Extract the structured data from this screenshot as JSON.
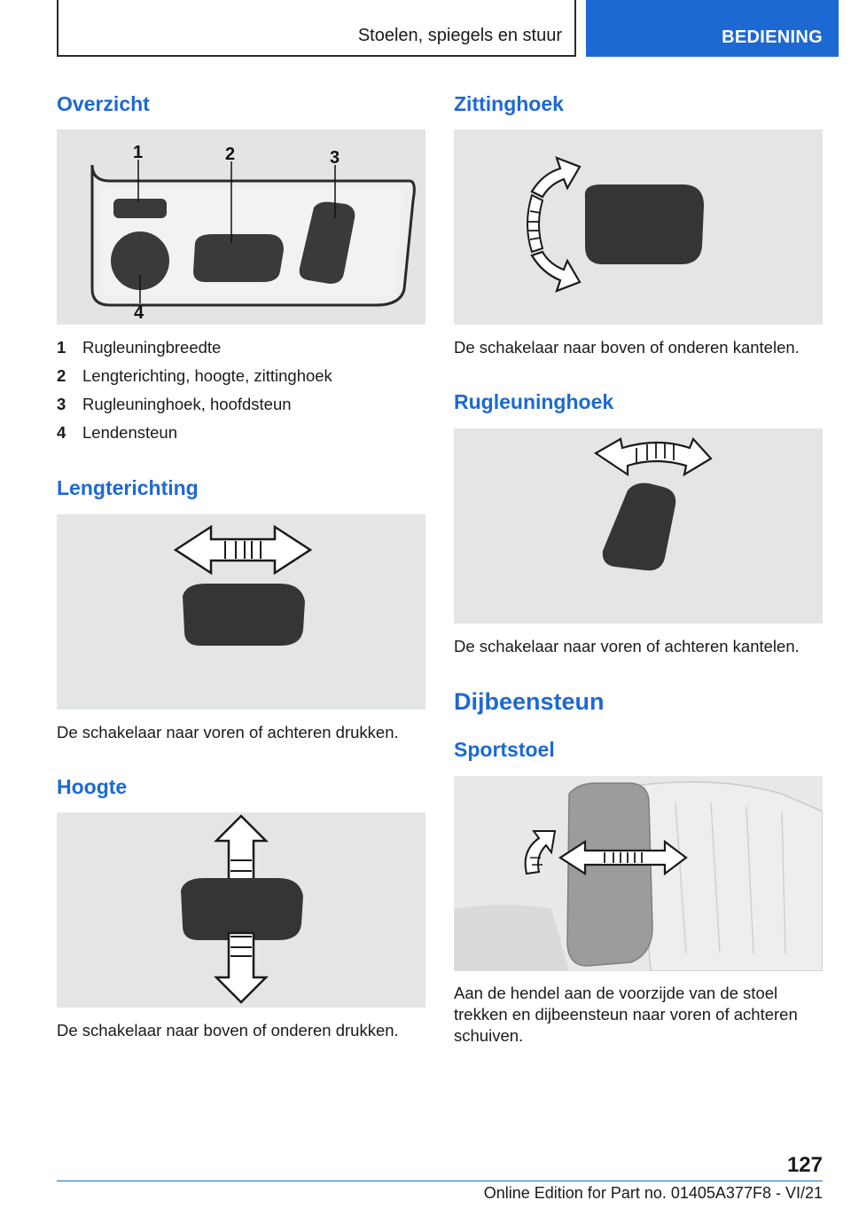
{
  "header": {
    "section": "Stoelen, spiegels en stuur",
    "chapter": "BEDIENING"
  },
  "left": {
    "overview_title": "Overzicht",
    "overview_figure": {
      "callouts": [
        "1",
        "2",
        "3",
        "4"
      ]
    },
    "legend": [
      {
        "num": "1",
        "label": "Rugleuningbreedte"
      },
      {
        "num": "2",
        "label": "Lengterichting, hoogte, zittinghoek"
      },
      {
        "num": "3",
        "label": "Rugleuninghoek, hoofdsteun"
      },
      {
        "num": "4",
        "label": "Lendensteun"
      }
    ],
    "length_title": "Lengterichting",
    "length_text": "De schakelaar naar voren of achteren drukken.",
    "height_title": "Hoogte",
    "height_text": "De schakelaar naar boven of onderen drukken."
  },
  "right": {
    "seat_angle_title": "Zittinghoek",
    "seat_angle_text": "De schakelaar naar boven of onderen kantelen.",
    "backrest_title": "Rugleuninghoek",
    "backrest_text": "De schakelaar naar voren of achteren kantelen.",
    "thigh_title": "Dijbeensteun",
    "sport_title": "Sportstoel",
    "sport_text_lines": [
      "Aan de hendel aan de voorzijde van de stoel",
      "trekken en dijbeensteun naar voren of achteren",
      "schuiven."
    ]
  },
  "footer": {
    "page_number": "127",
    "edition": "Online Edition for Part no. 01405A377F8 - VI/21"
  },
  "colors": {
    "accent": "#1c69d4",
    "figure_bg": "#e4e6e7",
    "switch": "#3a3a3a"
  }
}
